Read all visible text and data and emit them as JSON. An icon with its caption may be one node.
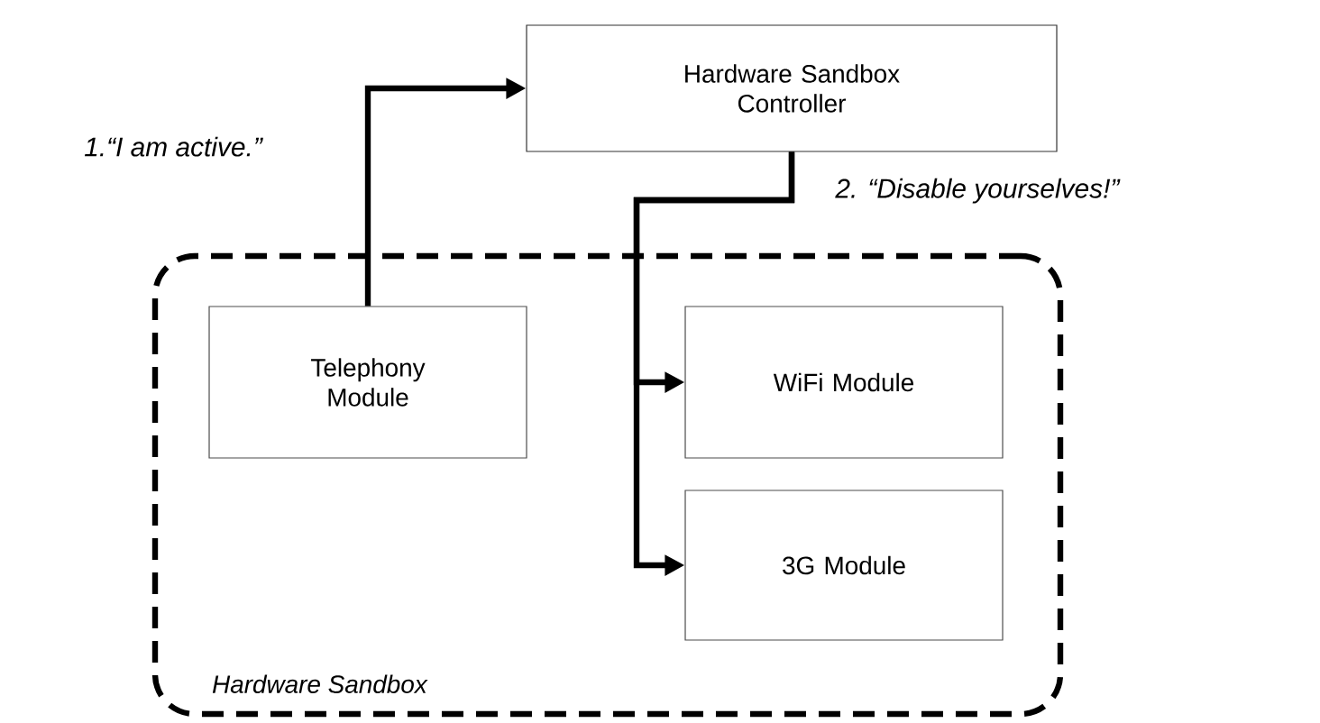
{
  "diagram": {
    "nodes": [
      {
        "text": [
          "Hardware Sandbox Controller"
        ]
      },
      {
        "text": [
          "Hardware Sandbox"
        ]
      },
      {
        "text": [
          "Telephony Module"
        ],
        "in": 1
      },
      {
        "text": [
          "WiFi Module"
        ],
        "in": 1
      },
      {
        "text": [
          "3G Module"
        ],
        "in": 1
      }
    ],
    "edges": [
      {
        "from": 2,
        "to": 0,
        "arrow": "to",
        "label": "1.“I am active.”"
      },
      {
        "from": 0,
        "to": 3,
        "arrow": "to",
        "label": "2. “Disable yourselves!”"
      },
      {
        "from": 0,
        "to": 4,
        "arrow": "to"
      }
    ]
  }
}
